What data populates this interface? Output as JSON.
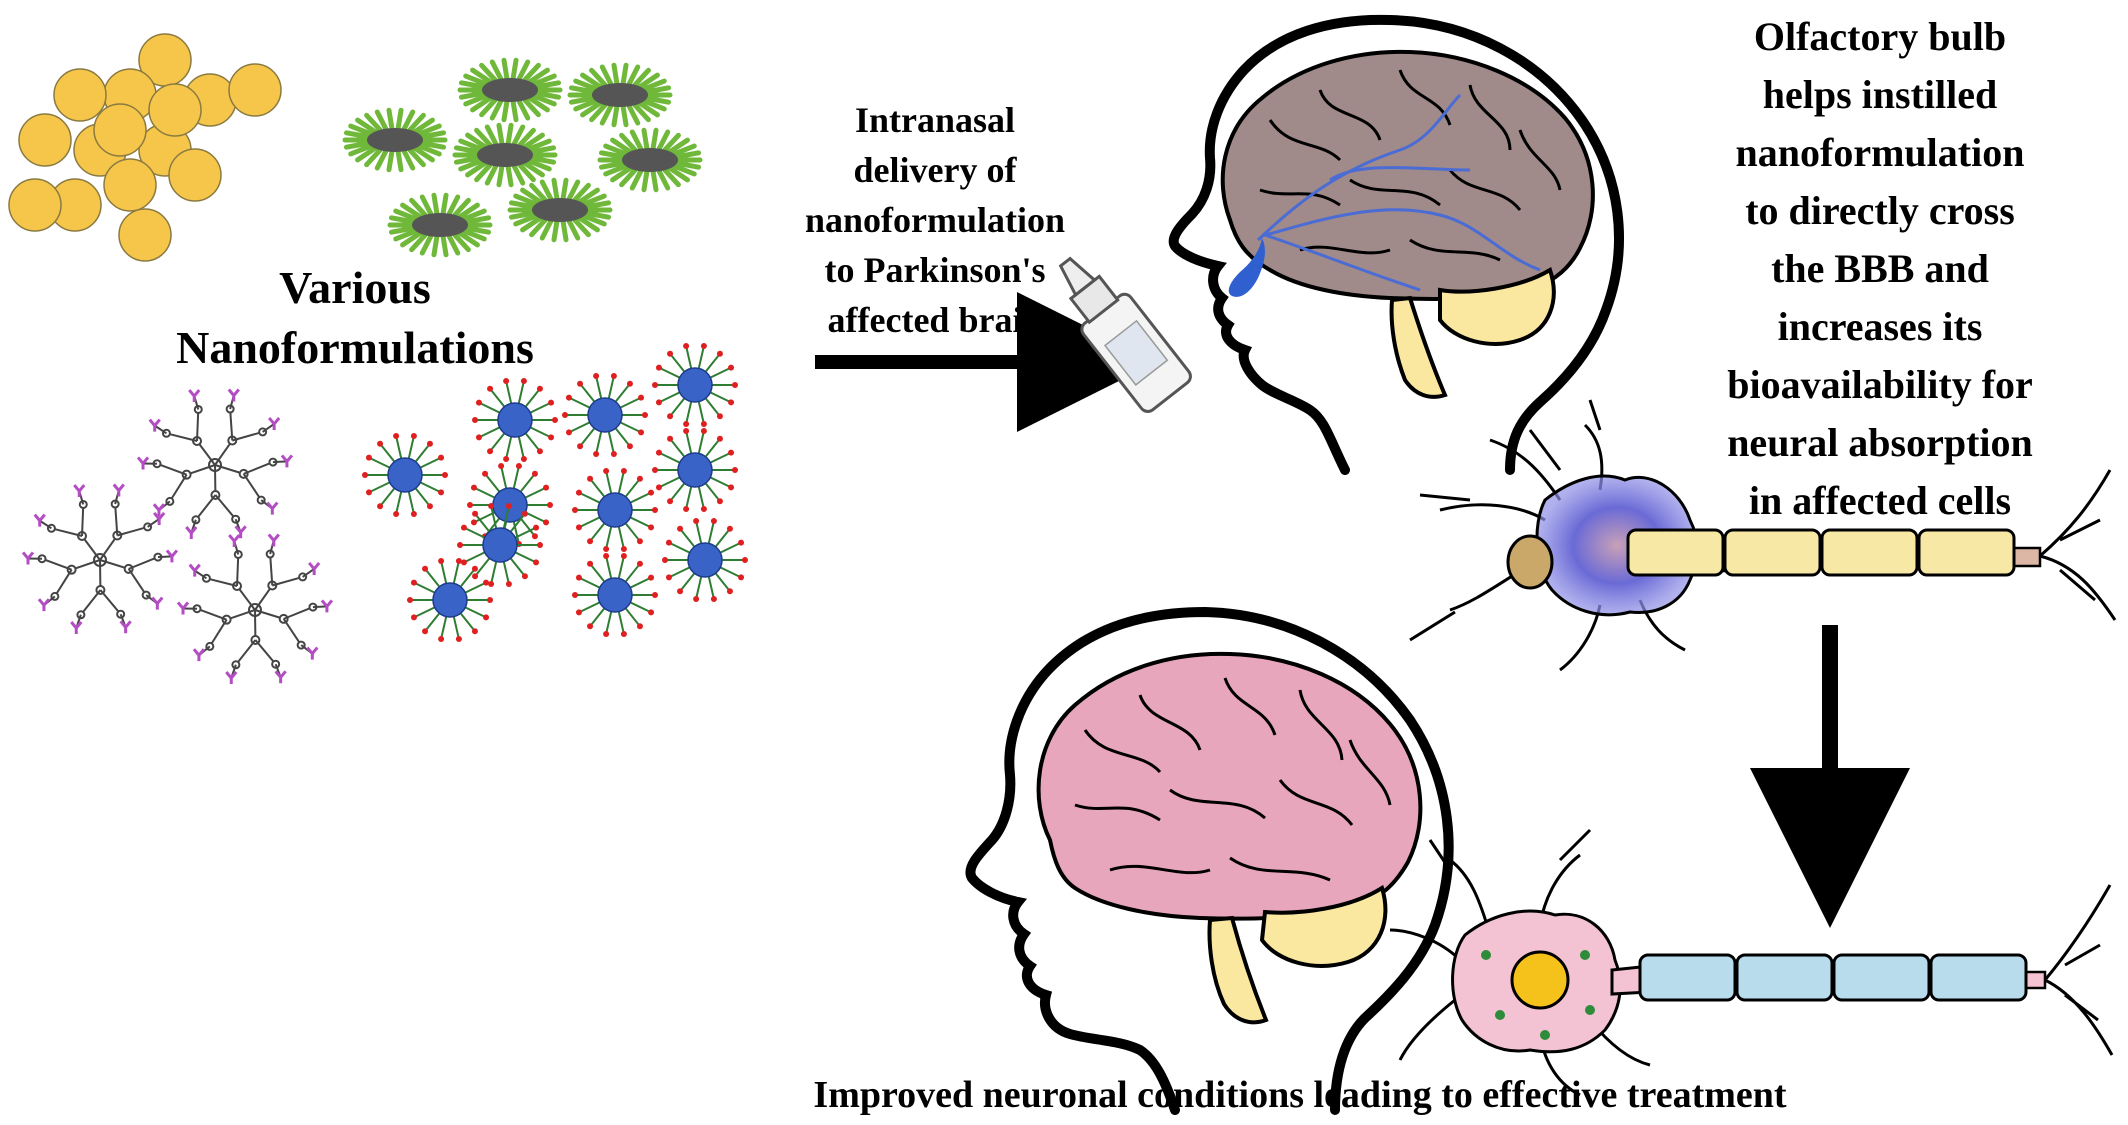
{
  "labels": {
    "various_nanoformulations": [
      "Various",
      "Nanoformulations"
    ],
    "intranasal_delivery": [
      "Intranasal",
      "delivery of",
      "nanoformulation",
      "to Parkinson's",
      "affected brain"
    ],
    "olfactory_bulb": [
      "Olfactory bulb",
      "helps instilled",
      "nanoformulation",
      "to directly cross",
      "the BBB and",
      "increases its",
      "bioavailability for",
      "neural absorption",
      "in affected cells"
    ],
    "improved_conditions": "Improved neuronal conditions leading to effective treatment"
  },
  "colors": {
    "liposome": "#f5c64a",
    "micelle_core": "#555555",
    "micelle_spikes": "#6fb83a",
    "dendrimer_ends": "#b44dc4",
    "dendrimer_lines": "#444444",
    "nanoparticle_core": "#3a63c7",
    "nanoparticle_tips": "#e02020",
    "affected_brain": "#a08a8a",
    "healthy_brain": "#e8a6bd",
    "cerebellum": "#fae7a0",
    "affected_neuron": "#6f6fd6",
    "healthy_neuron": "#f3c3d3",
    "affected_myelin": "#f7e8a6",
    "healthy_myelin": "#b9dcec",
    "nucleus": "#f5c21c",
    "nerve": "#4a6cd4",
    "drop": "#3060d0"
  }
}
